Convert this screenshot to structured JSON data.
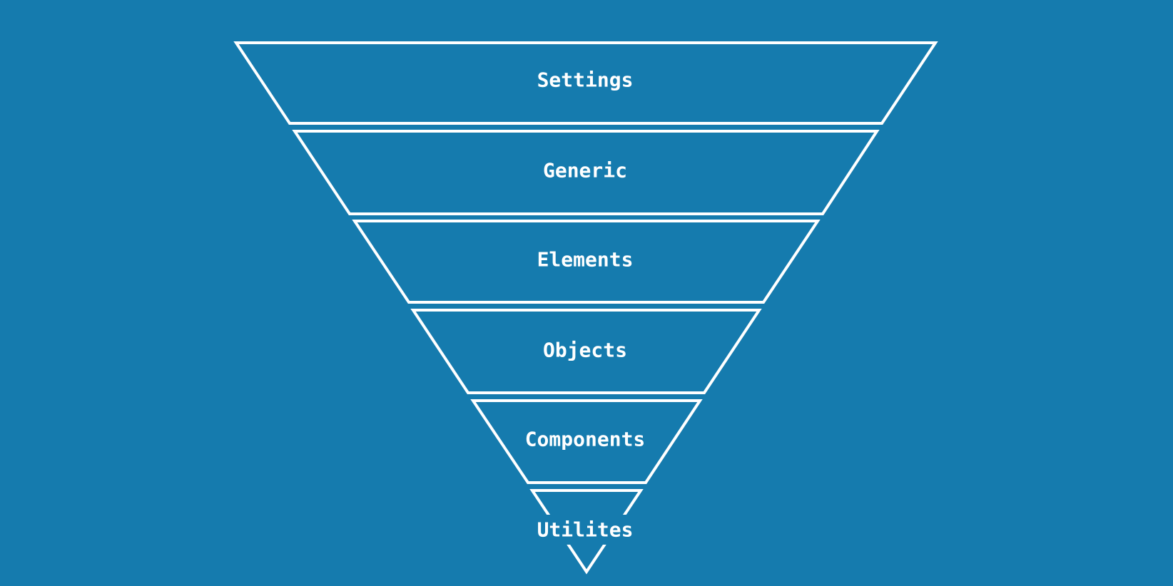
{
  "diagram": {
    "type": "inverted-pyramid",
    "background_color": "#157bae",
    "stroke_color": "#ffffff",
    "layers": [
      {
        "label": "Settings"
      },
      {
        "label": "Generic"
      },
      {
        "label": "Elements"
      },
      {
        "label": "Objects"
      },
      {
        "label": "Components"
      },
      {
        "label": "Utilites"
      }
    ]
  }
}
